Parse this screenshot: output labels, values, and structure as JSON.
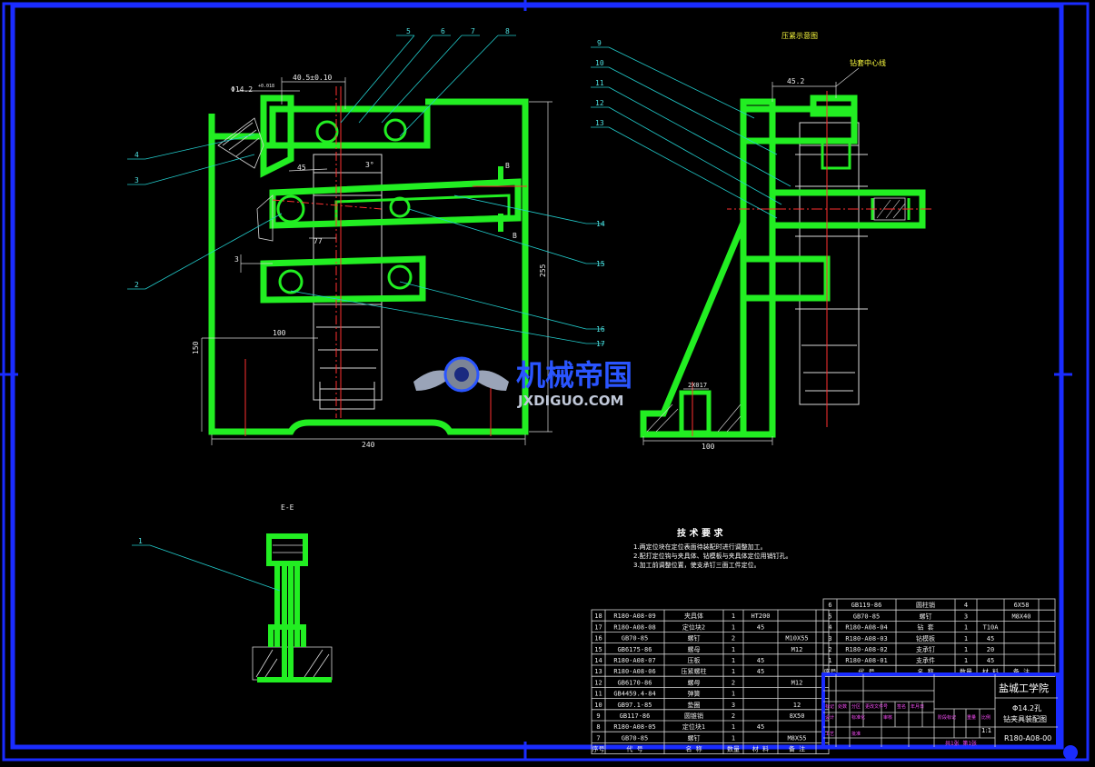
{
  "views": {
    "section_label": "E-E",
    "pressing_label": "压紧示意图",
    "axis_label": "钻套中心线"
  },
  "dimensions": {
    "d_hole": "Φ14.2",
    "d_hole_tol": "+0.018",
    "d_offset": "40.5±0.10",
    "d_45": "45",
    "d_3deg": "3°",
    "d_77": "77",
    "d_100_left": "100",
    "d_150": "150",
    "d_240": "240",
    "d_255": "255",
    "d_3": "3",
    "d_45_2": "45.2",
    "d_right_100": "100",
    "d_slot": "2X017",
    "d_B_top": "B",
    "d_B_bot": "B"
  },
  "balloons": {
    "left_top": [
      "5",
      "6",
      "7",
      "8"
    ],
    "left_side": [
      "4",
      "3",
      "2"
    ],
    "right_col": [
      "14",
      "15",
      "16",
      "17"
    ],
    "mid_top": [
      "9",
      "10",
      "11",
      "12",
      "13"
    ],
    "section": "1"
  },
  "tech_req": {
    "title": "技 术 要 求",
    "lines": [
      "1.两定位块在定位表面待装配时进行调整加工。",
      "2.配打定位钩与夹具体、钻模板与夹具体定位用销钉孔。",
      "3.加工前调整位置，使支承钉三面工件定位。"
    ]
  },
  "bom_left": {
    "rows": [
      [
        "18",
        "R180-A08-09",
        "夹具体",
        "1",
        "HT200",
        "",
        ""
      ],
      [
        "17",
        "R180-A08-08",
        "定位块2",
        "1",
        "45",
        "",
        ""
      ],
      [
        "16",
        "GB70-85",
        "螺钉",
        "2",
        "",
        "M10X55",
        ""
      ],
      [
        "15",
        "GB6175-86",
        "螺母",
        "1",
        "",
        "M12",
        ""
      ],
      [
        "14",
        "R180-A08-07",
        "压板",
        "1",
        "45",
        "",
        ""
      ],
      [
        "13",
        "R180-A08-06",
        "压紧螺柱",
        "1",
        "45",
        "",
        ""
      ],
      [
        "12",
        "GB6170-86",
        "螺母",
        "2",
        "",
        "M12",
        ""
      ],
      [
        "11",
        "GB4459.4-84",
        "弹簧",
        "1",
        "",
        "",
        ""
      ],
      [
        "10",
        "GB97.1-85",
        "垫圈",
        "3",
        "",
        "12",
        ""
      ],
      [
        "9",
        "GB117-86",
        "圆锥销",
        "2",
        "",
        "8X50",
        ""
      ],
      [
        "8",
        "R180-A08-05",
        "定位块1",
        "1",
        "45",
        "",
        ""
      ],
      [
        "7",
        "GB70-85",
        "螺钉",
        "1",
        "",
        "M8X55",
        ""
      ]
    ],
    "header": [
      "序号",
      "代  号",
      "名  称",
      "数量",
      "材 料",
      "备  注",
      ""
    ]
  },
  "bom_right": {
    "rows": [
      [
        "6",
        "GB119-86",
        "圆柱销",
        "4",
        "",
        "6X58",
        ""
      ],
      [
        "5",
        "GB70-85",
        "螺钉",
        "3",
        "",
        "M8X40",
        ""
      ],
      [
        "4",
        "R180-A08-04",
        "钻 套",
        "1",
        "T10A",
        "",
        ""
      ],
      [
        "3",
        "R180-A08-03",
        "钻模板",
        "1",
        "45",
        "",
        ""
      ],
      [
        "2",
        "R180-A08-02",
        "支承钉",
        "1",
        "20",
        "",
        ""
      ],
      [
        "1",
        "R180-A08-01",
        "支承件",
        "1",
        "45",
        "",
        ""
      ]
    ],
    "header": [
      "序号",
      "代  号",
      "名  称",
      "数量",
      "材 料",
      "备  注",
      ""
    ]
  },
  "title_block": {
    "school": "盐城工学院",
    "part_line1": "Φ14.2孔",
    "part_line2": "钻夹具装配图",
    "drawing_no": "R180-A08-00",
    "scale": "1:1",
    "sheet": "共1张 第1张"
  },
  "watermark": {
    "cn": "机械帝国",
    "en": "JXDIGUO.COM"
  },
  "colors": {
    "frame": "#1a2cff",
    "part": "#22ee22",
    "leader": "#22cccc",
    "center": "#ff3030",
    "detail": "#d8d8d8"
  }
}
